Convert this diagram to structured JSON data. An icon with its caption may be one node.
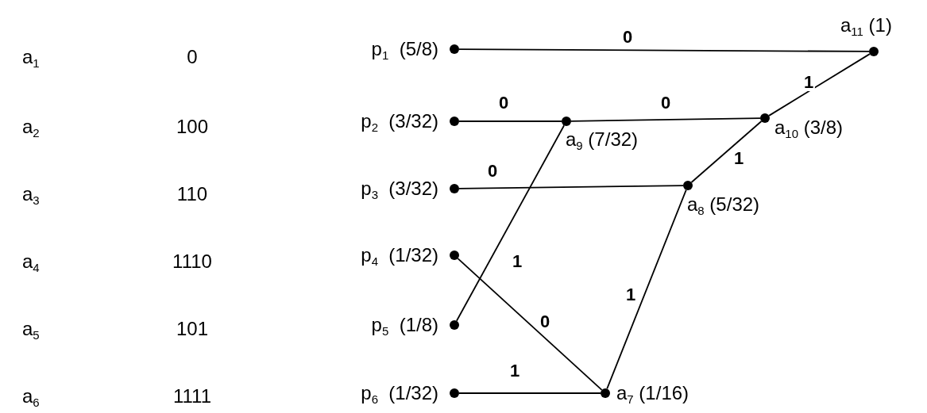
{
  "diagram": {
    "nodes": [
      {
        "text": [],
        "shape": "circle",
        "beside": [
          "p$_{1}$  (5/8)"
        ]
      },
      {
        "text": [],
        "shape": "circle",
        "beside": [
          "a$_{11}$ (1)"
        ]
      },
      {
        "text": [],
        "shape": "circle",
        "beside": [
          "p$_{2}$  (3/32)"
        ]
      },
      {
        "text": [],
        "shape": "circle",
        "beside": [
          "a$_{9}$ (7/32)"
        ]
      },
      {
        "text": [],
        "shape": "circle",
        "beside": [
          "a$_{10}$ (3/8)"
        ]
      },
      {
        "text": [],
        "shape": "circle",
        "beside": [
          "p$_{3}$  (3/32)"
        ]
      },
      {
        "text": [],
        "shape": "circle",
        "beside": [
          "a$_{8}$ (5/32)"
        ]
      },
      {
        "text": [],
        "shape": "circle",
        "beside": [
          "p$_{4}$  (1/32)"
        ]
      },
      {
        "text": [],
        "shape": "circle",
        "beside": [
          "p$_{5}$  (1/8)"
        ]
      },
      {
        "text": [],
        "shape": "circle",
        "beside": [
          "p$_{6}$  (1/32)"
        ]
      },
      {
        "text": [],
        "shape": "circle",
        "beside": [
          "a$_{7}$ (1/16)"
        ]
      }
    ],
    "edges": [
      {
        "from": 0,
        "to": 1,
        "arrow": "none",
        "label": "0"
      },
      {
        "from": 2,
        "to": 3,
        "arrow": "none",
        "label": "0"
      },
      {
        "from": 3,
        "to": 4,
        "arrow": "none",
        "label": "0"
      },
      {
        "from": 4,
        "to": 1,
        "arrow": "none",
        "label": "1"
      },
      {
        "from": 5,
        "to": 6,
        "arrow": "none",
        "label": "0"
      },
      {
        "from": 6,
        "to": 4,
        "arrow": "none",
        "label": "1"
      },
      {
        "from": 8,
        "to": 3,
        "arrow": "none",
        "label": "1"
      },
      {
        "from": 7,
        "to": 10,
        "arrow": "none",
        "label": "0"
      },
      {
        "from": 10,
        "to": 6,
        "arrow": "none",
        "label": "1"
      },
      {
        "from": 9,
        "to": 10,
        "arrow": "none",
        "label": "1"
      }
    ],
    "labels": [
      "a$_{1}$",
      "0",
      "a$_{2}$",
      "100",
      "a$_{3}$",
      "110",
      "a$_{4}$",
      "1110",
      "a$_{5}$",
      "101",
      "a$_{6}$",
      "1111"
    ]
  }
}
